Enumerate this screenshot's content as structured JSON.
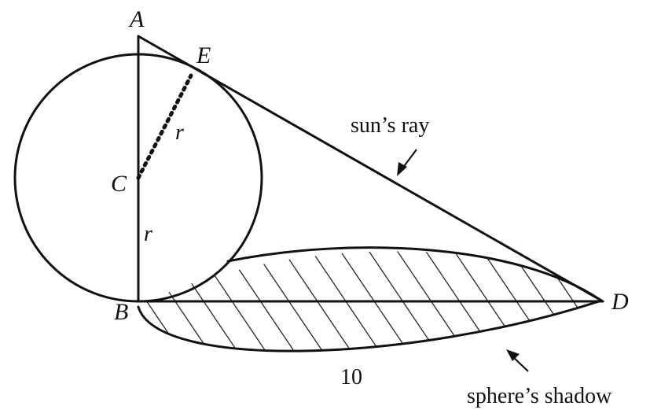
{
  "points": {
    "A": "A",
    "B": "B",
    "C": "C",
    "D": "D",
    "E": "E"
  },
  "radius_label": "r",
  "length_label": "10",
  "sun_ray_label": "sun’s ray",
  "shadow_label": "sphere’s shadow",
  "colors": {
    "ink": "#111111",
    "background": "#ffffff"
  }
}
